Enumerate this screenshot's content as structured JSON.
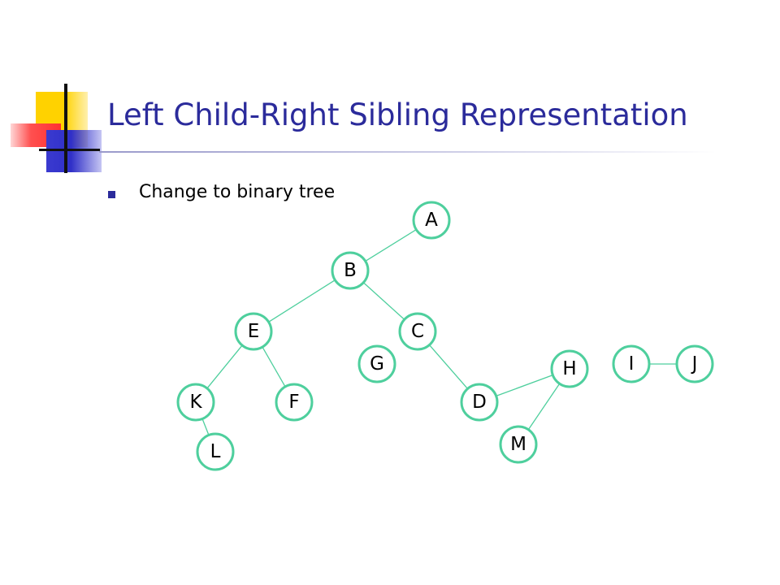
{
  "slide": {
    "title": "Left Child-Right Sibling Representation",
    "bullet": "Change to binary tree"
  },
  "colors": {
    "title": "#2b2b9b",
    "node_stroke": "#4ecf9d",
    "edge": "#4ecf9d"
  },
  "tree": {
    "nodes": [
      {
        "id": "A",
        "label": "A"
      },
      {
        "id": "B",
        "label": "B"
      },
      {
        "id": "C",
        "label": "C"
      },
      {
        "id": "E",
        "label": "E"
      },
      {
        "id": "G",
        "label": "G"
      },
      {
        "id": "H",
        "label": "H"
      },
      {
        "id": "I",
        "label": "I"
      },
      {
        "id": "J",
        "label": "J"
      },
      {
        "id": "K",
        "label": "K"
      },
      {
        "id": "F",
        "label": "F"
      },
      {
        "id": "D",
        "label": "D"
      },
      {
        "id": "M",
        "label": "M"
      },
      {
        "id": "L",
        "label": "L"
      }
    ],
    "edges": [
      [
        "A",
        "B"
      ],
      [
        "B",
        "E"
      ],
      [
        "B",
        "C"
      ],
      [
        "E",
        "K"
      ],
      [
        "E",
        "F"
      ],
      [
        "K",
        "L"
      ],
      [
        "C",
        "D"
      ],
      [
        "D",
        "H"
      ],
      [
        "H",
        "M"
      ],
      [
        "I",
        "J"
      ]
    ]
  }
}
